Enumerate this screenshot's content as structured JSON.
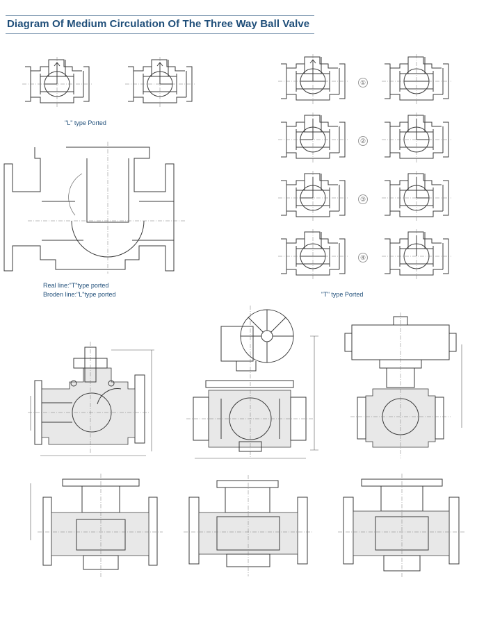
{
  "header": {
    "title": "Diagram Of Medium Circulation Of The Three Way Ball Valve"
  },
  "captions": {
    "l_type": "\"L\" type Ported",
    "real_line": "Real line:\"T\"type ported",
    "broken_line": "Broden line:\"L\"type ported",
    "t_type": "\"T\" type Ported"
  },
  "positions": [
    "①",
    "②",
    "③",
    "④"
  ],
  "colors": {
    "title": "#1f4e79",
    "line": "#3a3a3a"
  }
}
